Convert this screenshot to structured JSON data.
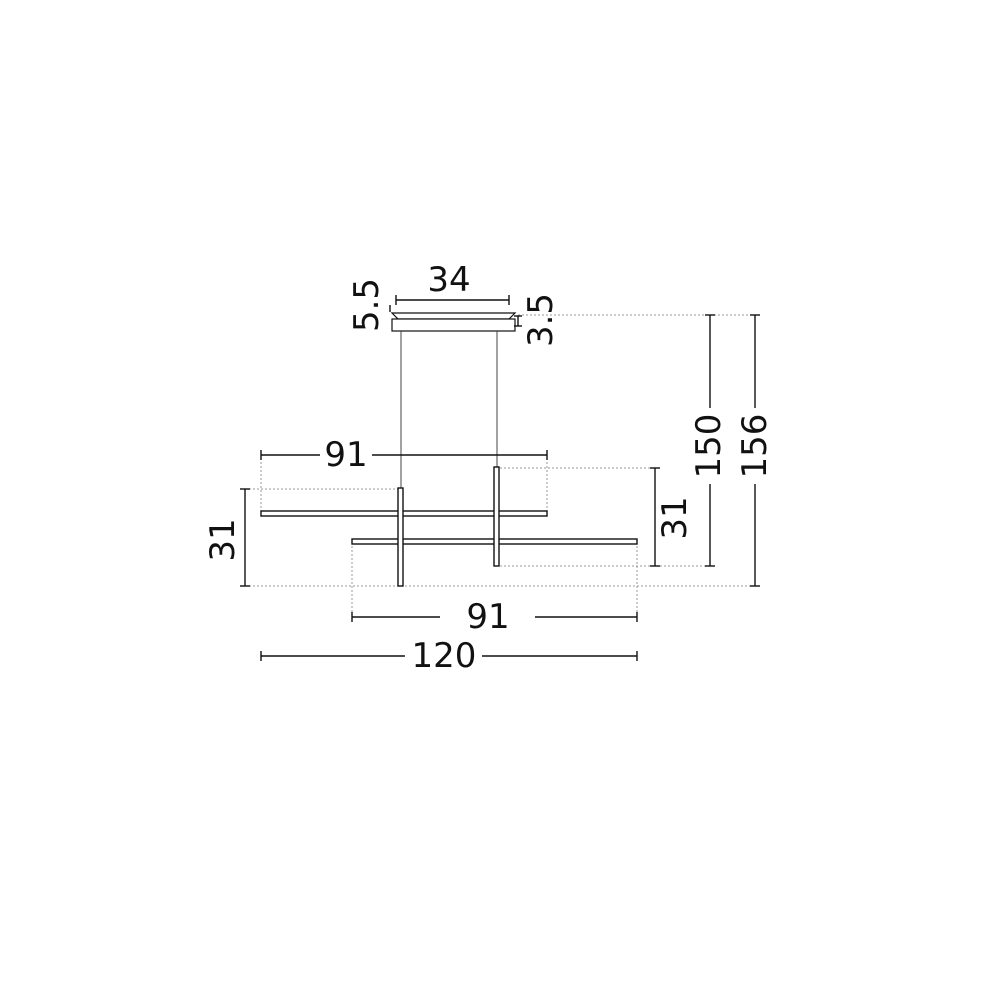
{
  "colors": {
    "line": "#111111",
    "guide": "#9a9a9a",
    "background": "#ffffff"
  },
  "dimensions": {
    "canopy_width": "34",
    "canopy_side": "5.5",
    "canopy_height": "3.5",
    "upper_bar_length": "91",
    "lower_bar_length": "91",
    "left_height": "31",
    "right_height": "31",
    "suspension_height": "150",
    "total_height": "156",
    "total_width": "120"
  }
}
